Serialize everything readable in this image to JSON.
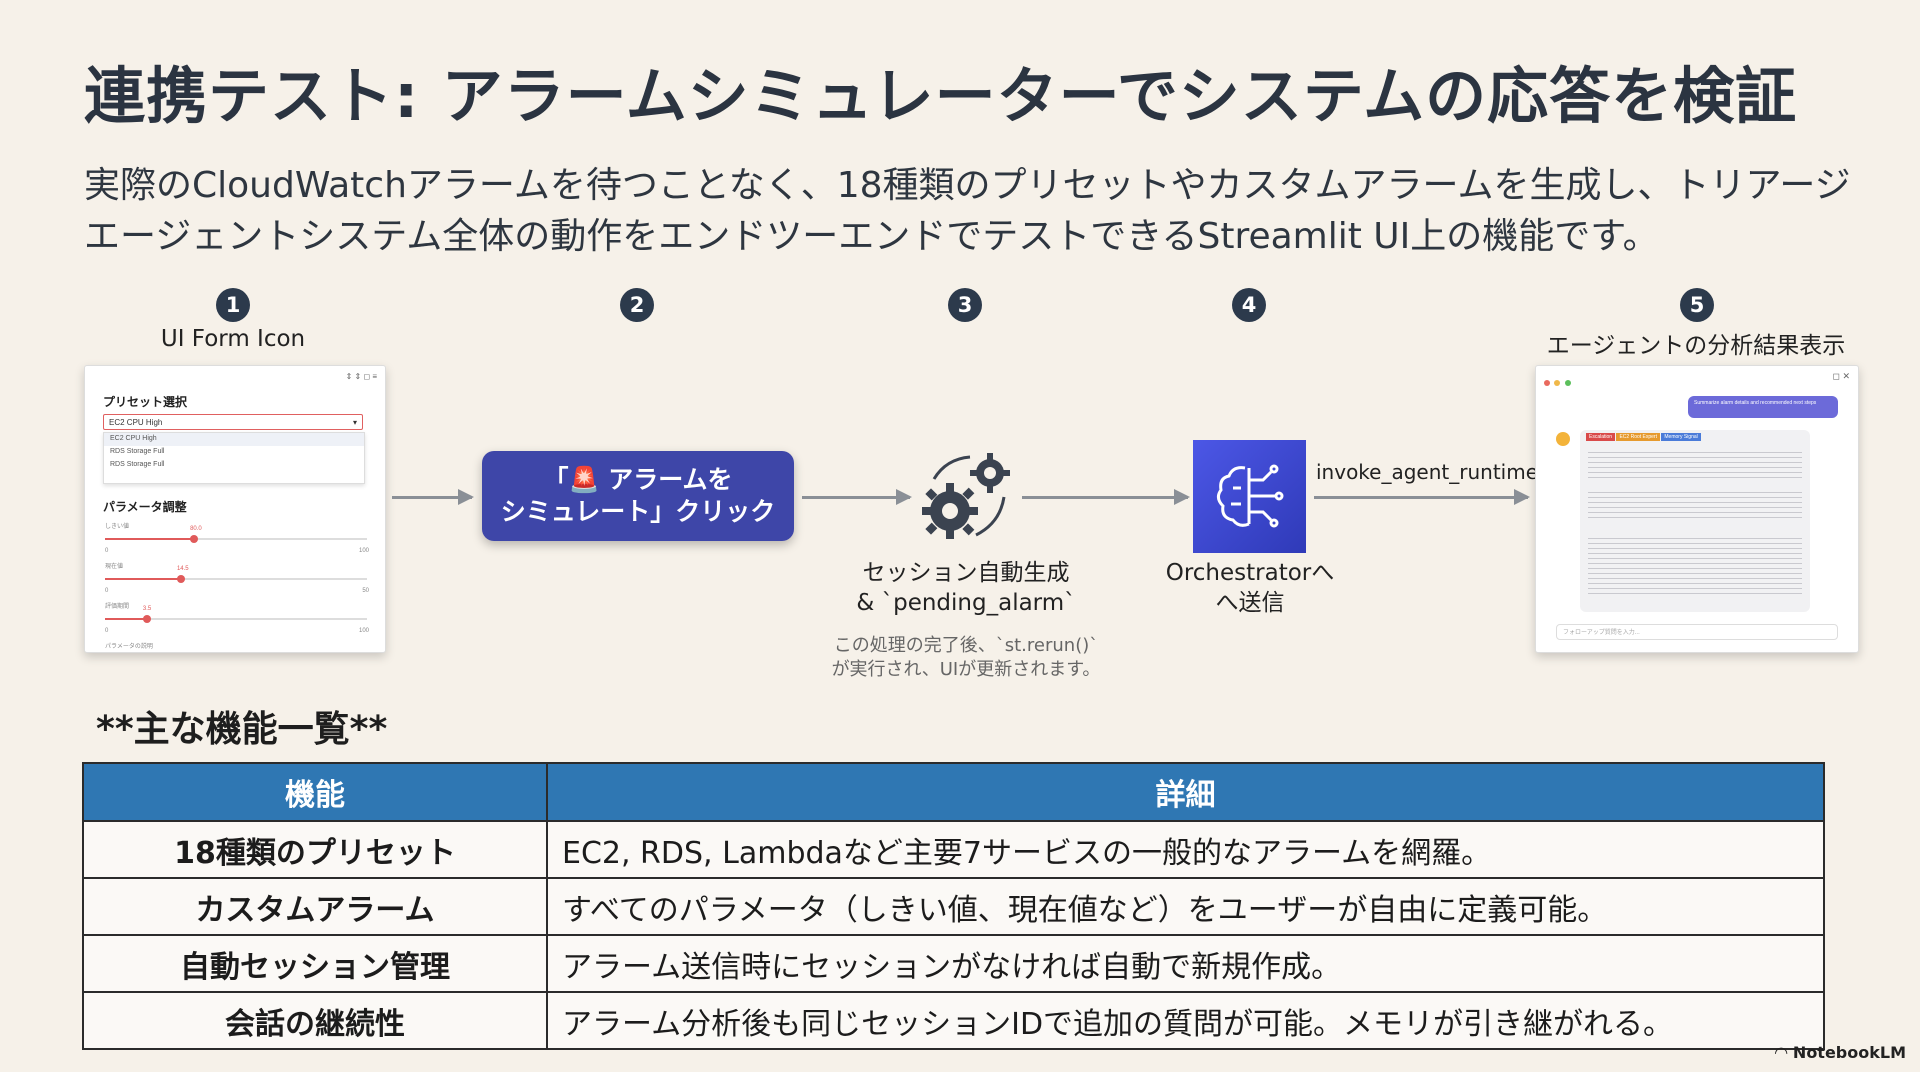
{
  "title": "連携テスト: アラームシミュレーターでシステムの応答を検証",
  "subtitle": "実際のCloudWatchアラームを待つことなく、18種類のプリセットやカスタムアラームを生成し、トリアージエージェントシステム全体の動作をエンドツーエンドでテストできるStreamlit UI上の機能です。",
  "steps": [
    {
      "num": "1",
      "label": "UI Form Icon"
    },
    {
      "num": "2",
      "label": ""
    },
    {
      "num": "3",
      "label": ""
    },
    {
      "num": "4",
      "label": ""
    },
    {
      "num": "5",
      "label": "エージェントの分析結果表示"
    }
  ],
  "form_mock": {
    "preset_heading": "プリセット選択",
    "selected_value": "EC2 CPU High",
    "options": [
      "EC2 CPU High",
      "RDS Storage Full",
      "RDS Storage Full"
    ],
    "param_heading": "パラメータ調整",
    "sliders": [
      {
        "label": "しきい値",
        "value_text": "80.0",
        "min": "0",
        "max": "100",
        "fraction": 0.34
      },
      {
        "label": "現在値",
        "value_text": "14.5",
        "min": "0",
        "max": "50",
        "fraction": 0.29
      },
      {
        "label": "評価期間",
        "value_text": "3.5",
        "min": "0",
        "max": "100",
        "fraction": 0.16
      }
    ],
    "footer": "パラメータの説明"
  },
  "button": {
    "label": "「🚨 アラームを\nシミュレート」クリック"
  },
  "session": {
    "label": "セッション自動生成\n& `pending_alarm`",
    "note": "この処理の完了後、`st.rerun()`\nが実行され、UIが更新されます。"
  },
  "orchestrator": {
    "label": "Orchestratorへ\nへ送信",
    "arrow_label": "invoke_agent_runtime"
  },
  "chat_mock": {
    "user_message": "Summarize alarm details and recommended next steps",
    "tags": [
      "Escalation",
      "EC2 Root Expert",
      "Memory Signal"
    ],
    "input_placeholder": "フォローアップ質問を入力..."
  },
  "features_heading": "**主な機能一覧**",
  "table": {
    "headers": [
      "機能",
      "詳細"
    ],
    "rows": [
      [
        "18種類のプリセット",
        "EC2, RDS, Lambdaなど主要7サービスの一般的なアラームを網羅。"
      ],
      [
        "カスタムアラーム",
        "すべてのパラメータ（しきい値、現在値など）をユーザーが自由に定義可能。"
      ],
      [
        "自動セッション管理",
        "アラーム送信時にセッションがなければ自動で新規作成。"
      ],
      [
        "会話の継続性",
        "アラーム分析後も同じセッションIDで追加の質問が可能。メモリが引き継がれる。"
      ]
    ]
  },
  "brand": "NotebookLM",
  "colors": {
    "accent": "#3e46a8",
    "table_header": "#2f77b3",
    "orchestrator": "#3a45d0",
    "alert": "#e05a5a"
  }
}
